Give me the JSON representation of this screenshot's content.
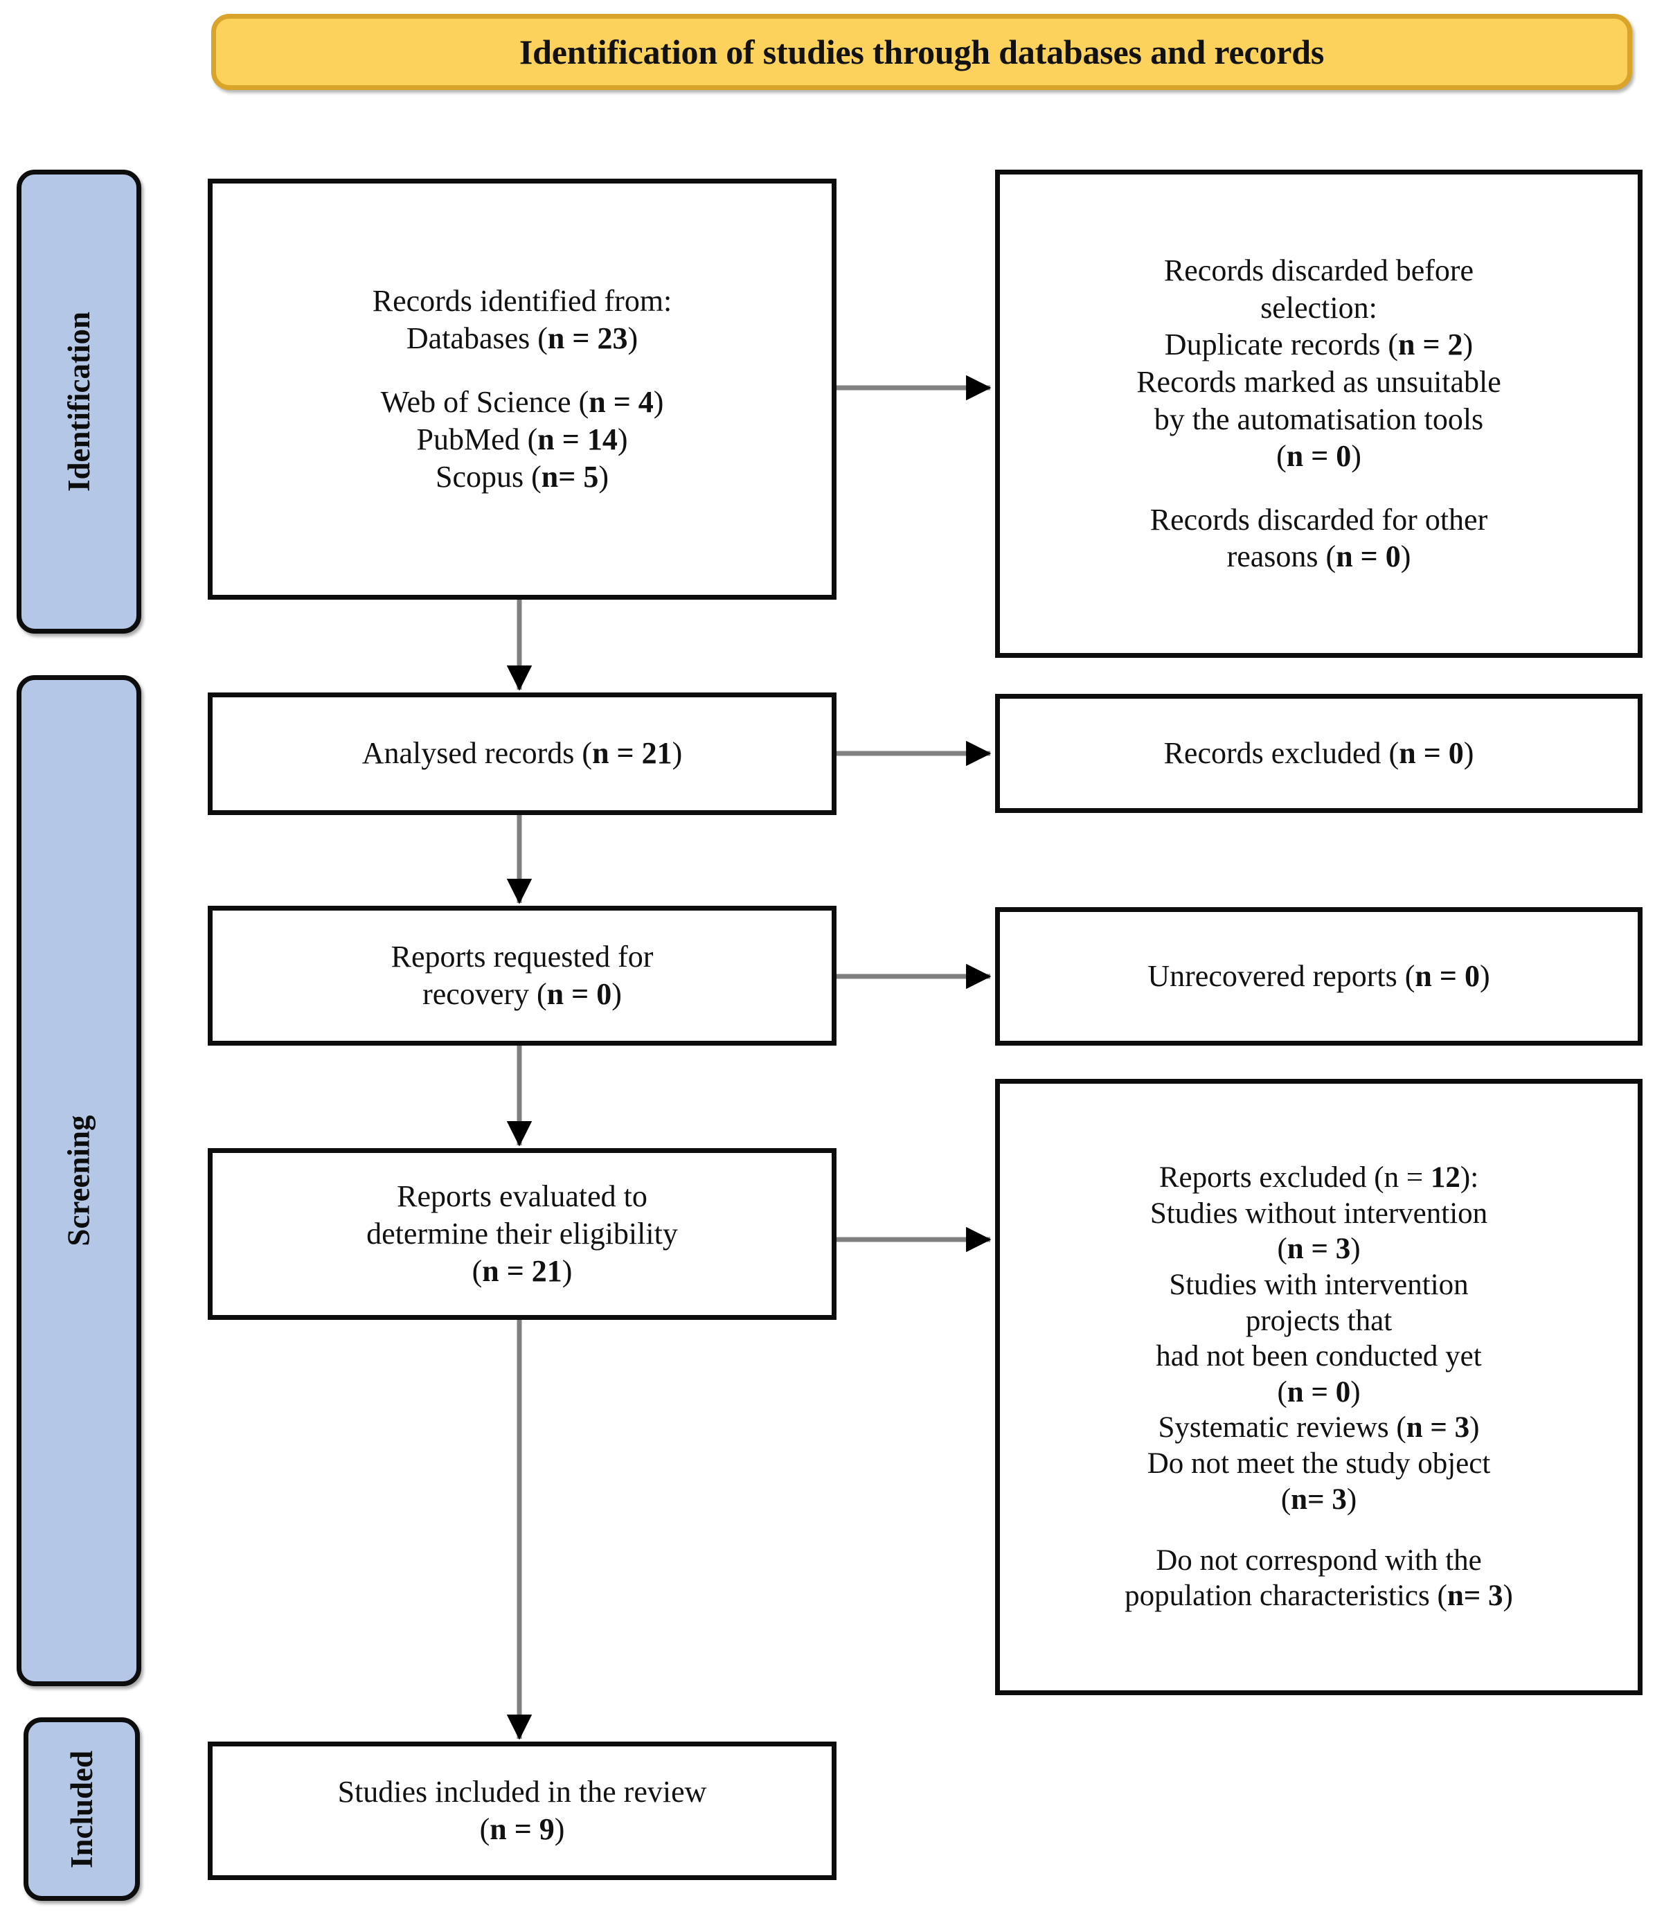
{
  "header": {
    "title": "Identification of studies through databases and records",
    "fill_color": "#FCD25C",
    "border_color": "#D9A42A"
  },
  "stages": [
    {
      "id": "identification",
      "label": "Identification",
      "fill_color": "#B4C7E7"
    },
    {
      "id": "screening",
      "label": "Screening",
      "fill_color": "#B4C7E7"
    },
    {
      "id": "included",
      "label": "Included",
      "fill_color": "#B4C7E7"
    }
  ],
  "boxes": {
    "identified": {
      "lines": [
        "Records identified from:",
        "Databases (<b>n = 23</b>)",
        "",
        "Web of Science (<b>n = 4</b>)",
        "PubMed (<b>n = 14</b>)",
        "Scopus (<b>n= 5</b>)"
      ]
    },
    "discarded": {
      "lines": [
        "Records discarded before",
        "selection:",
        "Duplicate records (<b>n = 2</b>)",
        "Records marked as unsuitable",
        "by the automatisation tools",
        "(<b>n = 0</b>)",
        "",
        "Records discarded for other",
        "reasons (<b>n = 0</b>)"
      ]
    },
    "analysed": {
      "lines": [
        "Analysed records (<b>n = 21</b>)"
      ]
    },
    "excluded_zero": {
      "lines": [
        "Records excluded (<b>n = 0</b>)"
      ]
    },
    "requested": {
      "lines": [
        "Reports requested for",
        "recovery (<b>n = 0</b>)"
      ]
    },
    "unrecovered": {
      "lines": [
        "Unrecovered reports (<b>n = 0</b>)"
      ]
    },
    "evaluated": {
      "lines": [
        "Reports evaluated to",
        "determine their eligibility",
        "(<b>n = 21</b>)"
      ]
    },
    "reports_excluded": {
      "lines": [
        "Reports excluded (n = <b>12</b>):",
        "Studies without intervention",
        "(<b>n = 3</b>)",
        "Studies with intervention",
        "projects that",
        "had not been conducted yet",
        "(<b>n = 0</b>)",
        "Systematic reviews (<b>n = 3</b>)",
        "Do not meet the study object",
        "(<b>n= 3</b>)",
        "",
        "Do not correspond with the",
        "population characteristics (<b>n= 3</b>)"
      ]
    },
    "included": {
      "lines": [
        "Studies included in the review",
        "(<b>n = 9</b>)"
      ]
    }
  },
  "chart_data": {
    "type": "diagram",
    "diagram_kind": "prisma-flow",
    "title": "Identification of studies through databases and records",
    "counts": {
      "databases_total": 23,
      "web_of_science": 4,
      "pubmed": 14,
      "scopus": 5,
      "duplicate_records_removed": 2,
      "marked_unsuitable_by_automation": 0,
      "discarded_other_reasons": 0,
      "analysed_records": 21,
      "records_excluded": 0,
      "reports_requested_for_recovery": 0,
      "unrecovered_reports": 0,
      "reports_evaluated_for_eligibility": 21,
      "reports_excluded_total": 12,
      "excluded_studies_without_intervention": 3,
      "excluded_intervention_not_yet_conducted": 0,
      "excluded_systematic_reviews": 3,
      "excluded_do_not_meet_study_object": 3,
      "excluded_population_mismatch": 3,
      "studies_included_in_review": 9
    },
    "arrows": [
      {
        "from": "identified",
        "to": "discarded",
        "direction": "right"
      },
      {
        "from": "identified",
        "to": "analysed",
        "direction": "down"
      },
      {
        "from": "analysed",
        "to": "excluded_zero",
        "direction": "right"
      },
      {
        "from": "analysed",
        "to": "requested",
        "direction": "down"
      },
      {
        "from": "requested",
        "to": "unrecovered",
        "direction": "right"
      },
      {
        "from": "requested",
        "to": "evaluated",
        "direction": "down"
      },
      {
        "from": "evaluated",
        "to": "reports_excluded",
        "direction": "right"
      },
      {
        "from": "evaluated",
        "to": "included",
        "direction": "down"
      }
    ],
    "colors": {
      "banner_fill": "#FCD25C",
      "banner_border": "#D9A42A",
      "stage_fill": "#B4C7E7",
      "box_border": "#0d0d0d",
      "box_fill": "#FFFFFF",
      "connector_line": "#808080",
      "arrow_head": "#000000"
    }
  }
}
